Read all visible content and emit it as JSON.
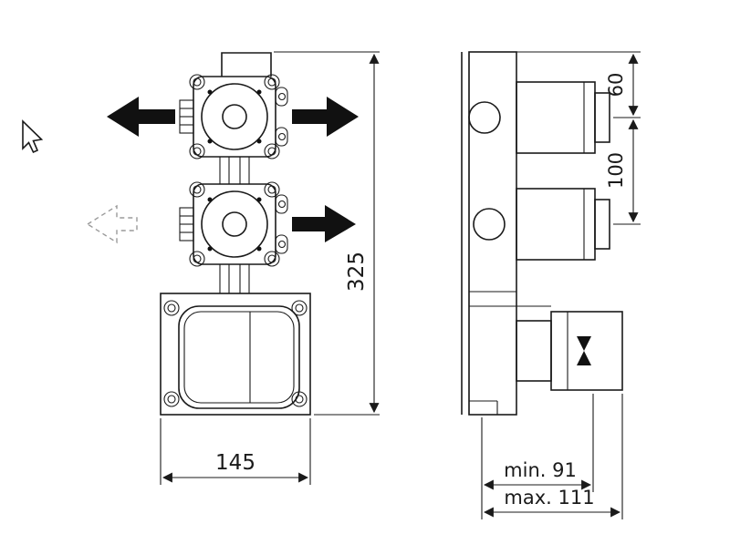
{
  "page": {
    "background_color": "#ffffff",
    "line_color": "#1a1a1a"
  },
  "front_view": {
    "height_dimension": "325",
    "width_dimension": "145"
  },
  "side_view": {
    "top_offset_dimension": "60",
    "valve_spacing_dimension": "100",
    "depth_min_dimension": "min. 91",
    "depth_max_dimension": "max. 111"
  }
}
